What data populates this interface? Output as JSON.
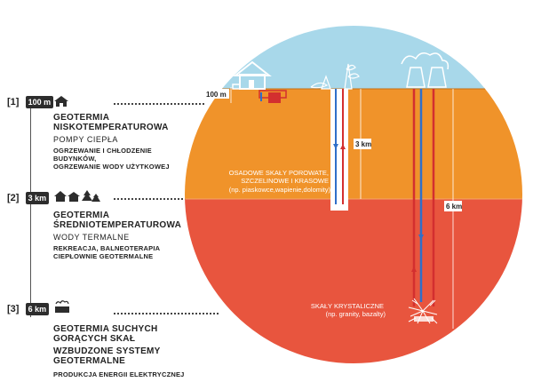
{
  "levels": [
    {
      "num": "[1]",
      "depth": "100 m",
      "title_line1": "GEOTERMIA",
      "title_line2": "NISKOTEMPERATUROWA",
      "subtitle": "POMPY CIEPŁA",
      "desc_line1": "OGRZEWANIE I CHŁODZENIE",
      "desc_line2": "BUDYNKÓW,",
      "desc_line3": "OGRZEWANIE WODY UŻYTKOWEJ"
    },
    {
      "num": "[2]",
      "depth": "3 km",
      "title_line1": "GEOTERMIA",
      "title_line2": "ŚREDNIOTEMPERATUROWA",
      "subtitle": "WODY TERMALNE",
      "desc_line1": "REKREACJA, BALNEOTERAPIA",
      "desc_line2": "CIEPŁOWNIE GEOTERMALNE"
    },
    {
      "num": "[3]",
      "depth": "6 km",
      "title_line1": "GEOTERMIA SUCHYCH",
      "title_line2": "GORĄCYCH SKAŁ",
      "title_line3": "WZBUDZONE SYSTEMY",
      "title_line4": "GEOTERMALNE",
      "desc_line1": "PRODUKCJA ENERGII ELEKTRYCZNEJ"
    }
  ],
  "circle": {
    "label_100m": "100 m",
    "label_3km": "3 km",
    "label_6km": "6 km",
    "sed_line1": "OSADOWE SKAŁY POROWATE,",
    "sed_line2": "SZCZELINOWE I KRASOWE",
    "sed_line3": "(np. piaskowce,wapienie,dolomity)",
    "cry_line1": "SKAŁY KRYSTALICZNE",
    "cry_line2": "(np. granity, bazalty)"
  },
  "colors": {
    "sky": "#a8d8ea",
    "sediment": "#f0932a",
    "crystalline": "#e8553e",
    "pipe_blue": "#2f6fc9",
    "pipe_red": "#d32f2f"
  }
}
